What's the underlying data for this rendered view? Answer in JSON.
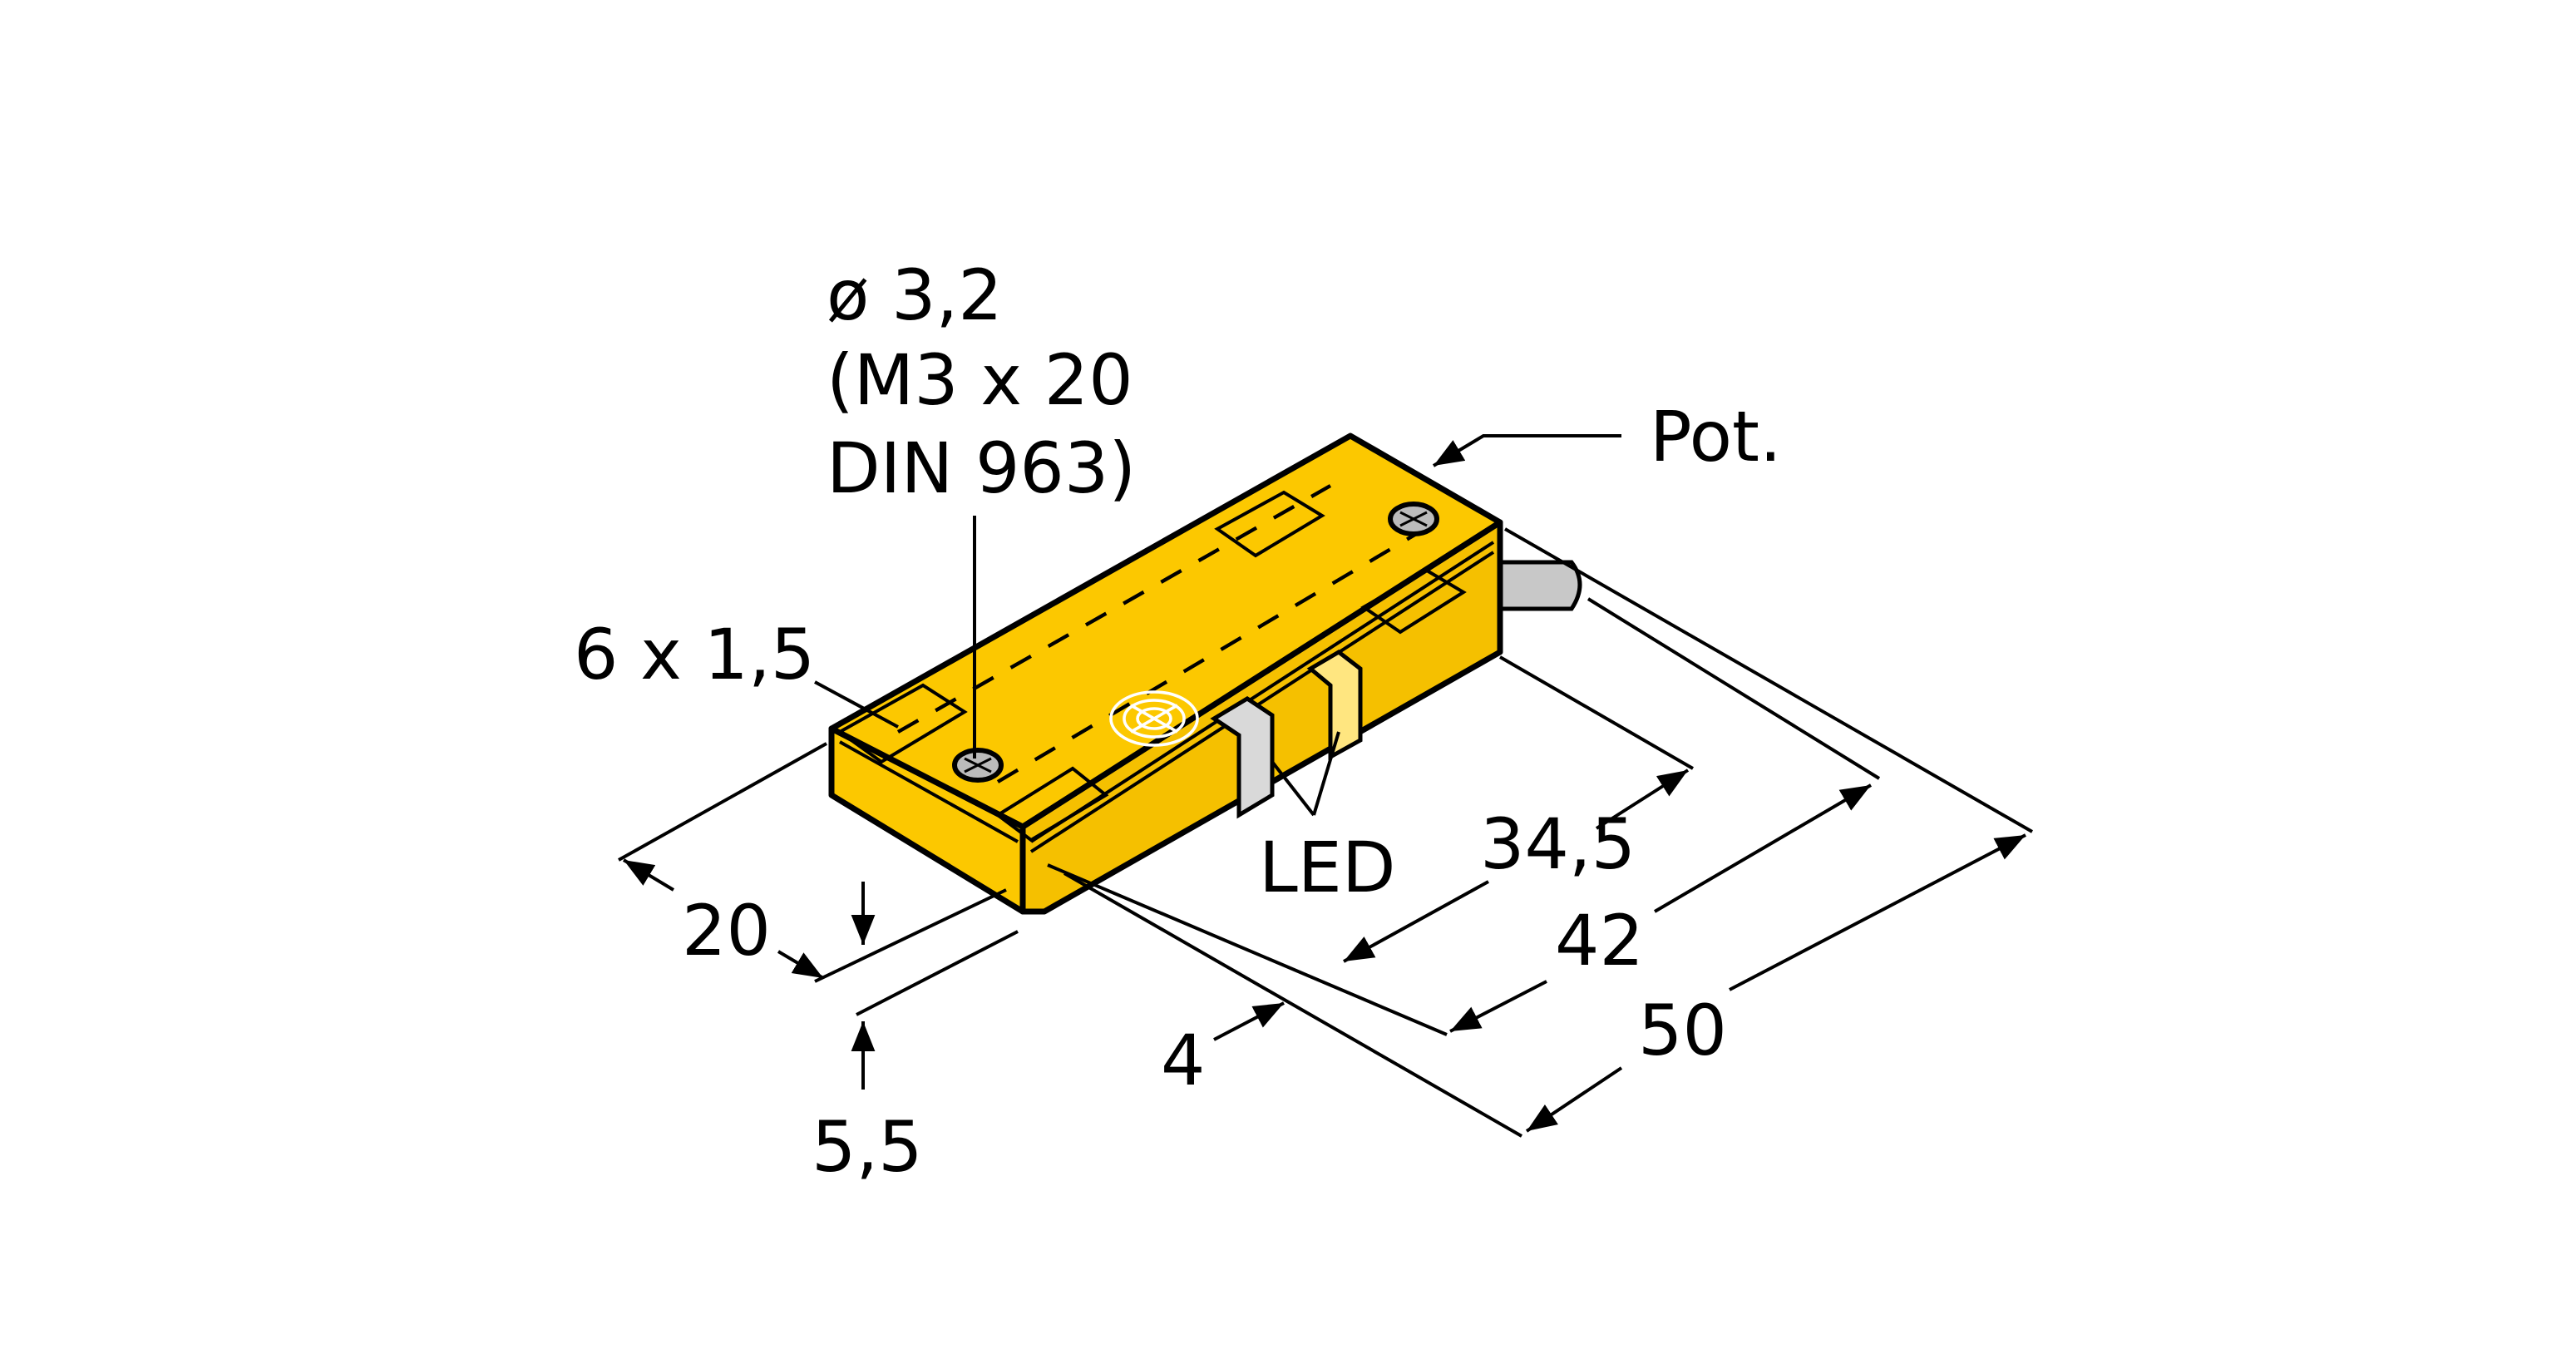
{
  "drawing": {
    "hole_label": [
      "ø 3,2",
      "(M3 x 20",
      "DIN 963)"
    ],
    "pot_label": "Pot.",
    "slot_label": "6 x 1,5",
    "led_label": "LED",
    "dimensions": {
      "width": "20",
      "height": "5,5",
      "offset": "4",
      "d1": "34,5",
      "d2": "42",
      "length": "50"
    },
    "colors": {
      "housing": "#FCC800",
      "housing_dark": "#E8B400",
      "cable": "#C8C8C8",
      "led": "#D9D9D9"
    }
  }
}
